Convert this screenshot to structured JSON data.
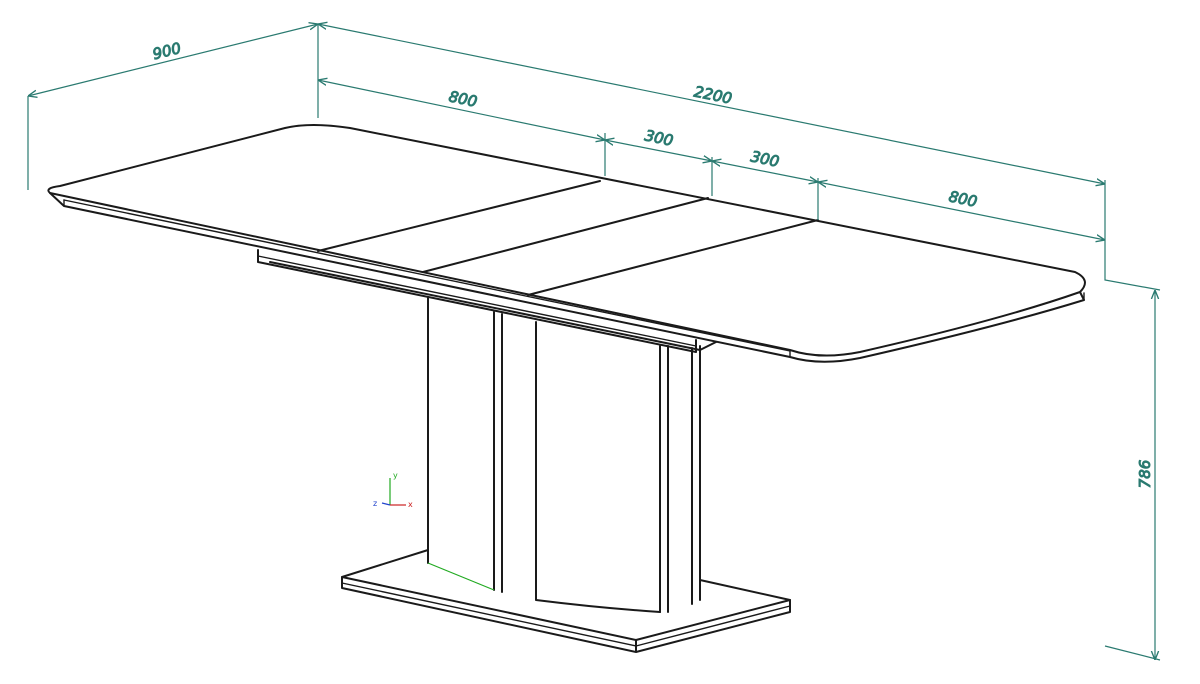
{
  "colors": {
    "dimension": "#2a7a70",
    "outline": "#1a1a1a",
    "axis_x": "#cc2222",
    "axis_y": "#22aa22",
    "axis_z": "#2244cc",
    "edge_highlight": "#22aa22"
  },
  "dimensions": {
    "width": "900",
    "total_length": "2200",
    "left_leaf": "800",
    "insert_left": "300",
    "insert_right": "300",
    "right_leaf": "800",
    "height": "786"
  },
  "axes": {
    "x": "x",
    "y": "y",
    "z": "z"
  }
}
